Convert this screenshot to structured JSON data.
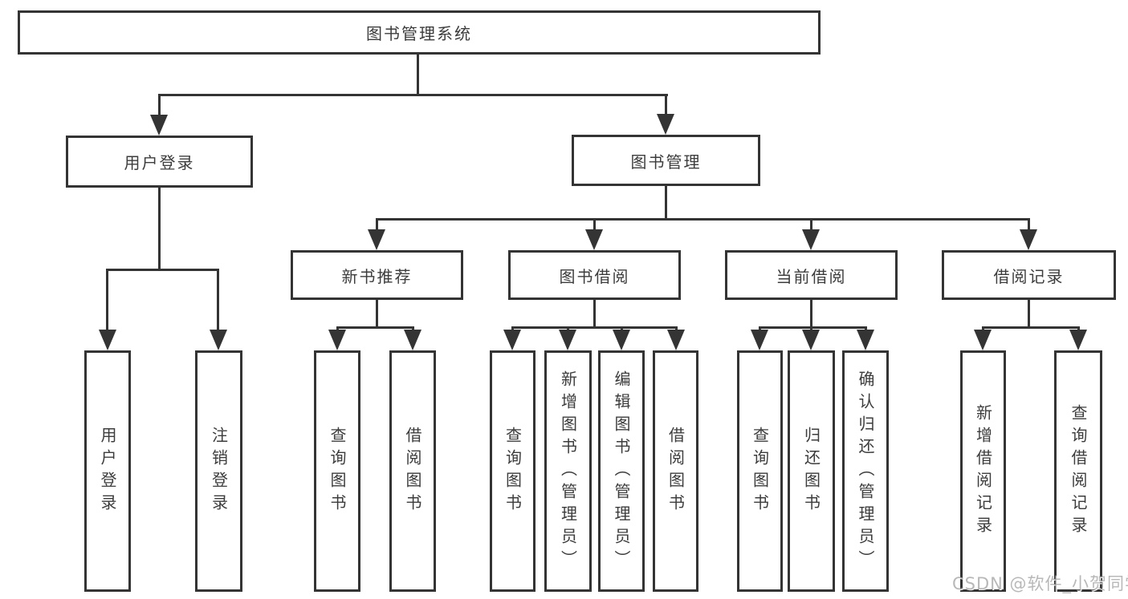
{
  "watermark": {
    "text": "CSDN @软件_小贺同学"
  },
  "colors": {
    "line": "#343434",
    "text": "#3c3c3c",
    "background": "#ffffff"
  },
  "tree": {
    "label": "图书管理系统",
    "children": [
      {
        "label": "用户登录",
        "children": [
          {
            "label": "用户登录"
          },
          {
            "label": "注销登录"
          }
        ]
      },
      {
        "label": "图书管理",
        "children": [
          {
            "label": "新书推荐",
            "children": [
              {
                "label": "查询图书"
              },
              {
                "label": "借阅图书"
              }
            ]
          },
          {
            "label": "图书借阅",
            "children": [
              {
                "label": "查询图书"
              },
              {
                "label": "新增图书（管理员）"
              },
              {
                "label": "编辑图书（管理员）"
              },
              {
                "label": "借阅图书"
              }
            ]
          },
          {
            "label": "当前借阅",
            "children": [
              {
                "label": "查询图书"
              },
              {
                "label": "归还图书"
              },
              {
                "label": "确认归还（管理员）"
              }
            ]
          },
          {
            "label": "借阅记录",
            "children": [
              {
                "label": "新增借阅记录"
              },
              {
                "label": "查询借阅记录"
              }
            ]
          }
        ]
      }
    ]
  }
}
